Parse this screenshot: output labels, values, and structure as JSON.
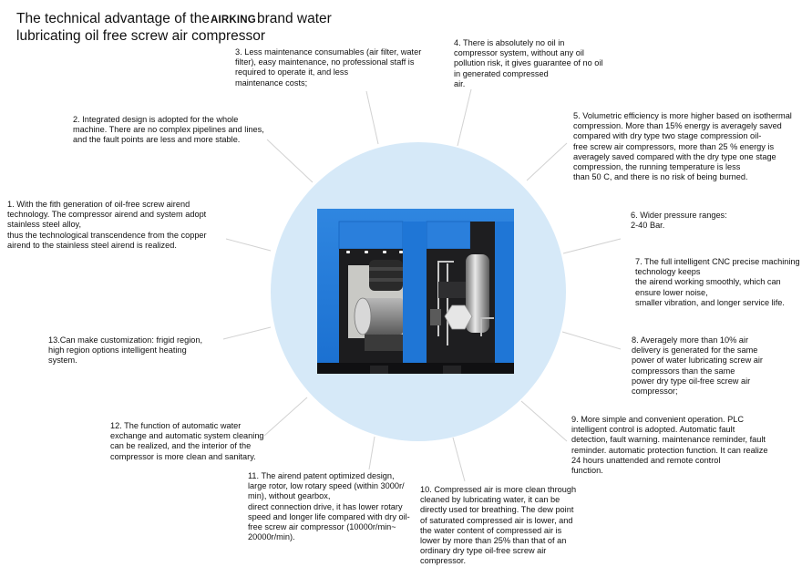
{
  "title": {
    "line1_pre": "The technical advantage of the",
    "brand": "AIRKING",
    "line1_post": "brand water",
    "line2": "lubricating oil free screw air compressor"
  },
  "colors": {
    "circle": "#d6e9f8",
    "machine_blue": "#1e78d6",
    "connector": "#d0d0d0"
  },
  "notes": [
    {
      "id": 1,
      "text": "1. With the fith generation of oil-free screw airend\ntechnology. The compressor airend and system adopt\nstainless steel alloy,\nthus the technological transcendence from the copper\nairend to the stainless steel airend is realized."
    },
    {
      "id": 2,
      "text": "2. Integrated design is adopted for the whole\nmachine. There are no complex pipelines and lines,\nand the fault points are less and more stable."
    },
    {
      "id": 3,
      "text": "3. Less maintenance consumables (air filter, water\nfilter), easy maintenance, no professional staff is\nrequired to operate it, and less\nmaintenance costs;"
    },
    {
      "id": 4,
      "text": "4. There is absolutely no oil in\ncompressor system, without any oil\npollution risk, it gives guarantee of no oil\n in generated compressed\nair."
    },
    {
      "id": 5,
      "text": "5. Volumetric efficiency is more higher based on isothermal\ncompression. More than 15% energy is averagely saved\ncompared with dry type two stage compression oil-\nfree screw air compressors, more than 25 % energy is\naveragely saved compared with the dry type one stage\ncompression, the running temperature is less\nthan 50 C, and there is no risk of being burned."
    },
    {
      "id": 6,
      "text": "6. Wider pressure ranges:\n2-40 Bar."
    },
    {
      "id": 7,
      "text": "7. The full intelligent CNC precise machining\n technology keeps\nthe airend working smoothly, which can\nensure lower noise,\nsmaller vibration, and longer service life."
    },
    {
      "id": 8,
      "text": "8. Averagely more than 10% air\ndelivery is generated for the same\npower of water lubricating screw air\ncompressors than the same\npower dry type oil-free screw air\ncompressor;"
    },
    {
      "id": 9,
      "text": "9. More simple and convenient operation. PLC\nintelligent control is adopted. Automatic fault\ndetection, fault warning. maintenance reminder, fault\nreminder. automatic protection function. It can realize\n 24 hours unattended and remote control\nfunction."
    },
    {
      "id": 10,
      "text": "10. Compressed air is more clean through\n cleaned by lubricating water, it can be\ndirectly used tor breathing. The dew point\nof saturated compressed air is lower, and\nthe water content of compressed air is\nlower by more than 25% than that of an\nordinary dry type oil-free screw air\ncompressor."
    },
    {
      "id": 11,
      "text": "11. The airend patent optimized design,\nlarge rotor, low rotary speed (within 3000r/\nmin), without gearbox,\ndirect connection drive, it has lower rotary\nspeed and longer life compared with dry oil-\nfree screw air compressor (10000r/min~\n20000r/min)."
    },
    {
      "id": 12,
      "text": "12. The function of automatic water\nexchange and automatic system cleaning\ncan be realized, and the interior of the\ncompressor is more clean and sanitary."
    },
    {
      "id": 13,
      "text": "13.Can make customization: frigid region,\nhigh region options intelligent heating\nsystem."
    }
  ]
}
